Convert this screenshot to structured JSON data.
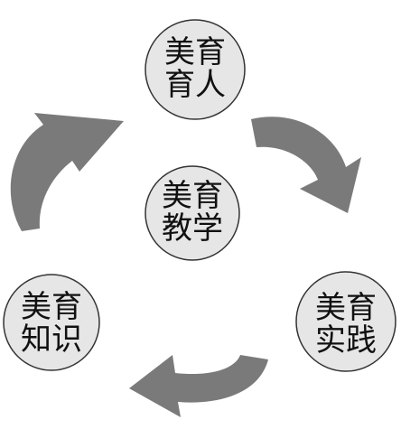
{
  "colors": {
    "node_fill": "#e6e6e6",
    "node_stroke": "#333333",
    "arrow_fill": "#7a7a7a",
    "text": "#111111"
  },
  "nodes": {
    "top": {
      "line1": "美育",
      "line2": "育人"
    },
    "center": {
      "line1": "美育",
      "line2": "教学"
    },
    "left": {
      "line1": "美育",
      "line2": "知识"
    },
    "right": {
      "line1": "美育",
      "line2": "实践"
    }
  },
  "arrows": {
    "top_to_right": "curved-arrow",
    "right_to_left": "curved-arrow",
    "left_to_top": "curved-arrow"
  }
}
